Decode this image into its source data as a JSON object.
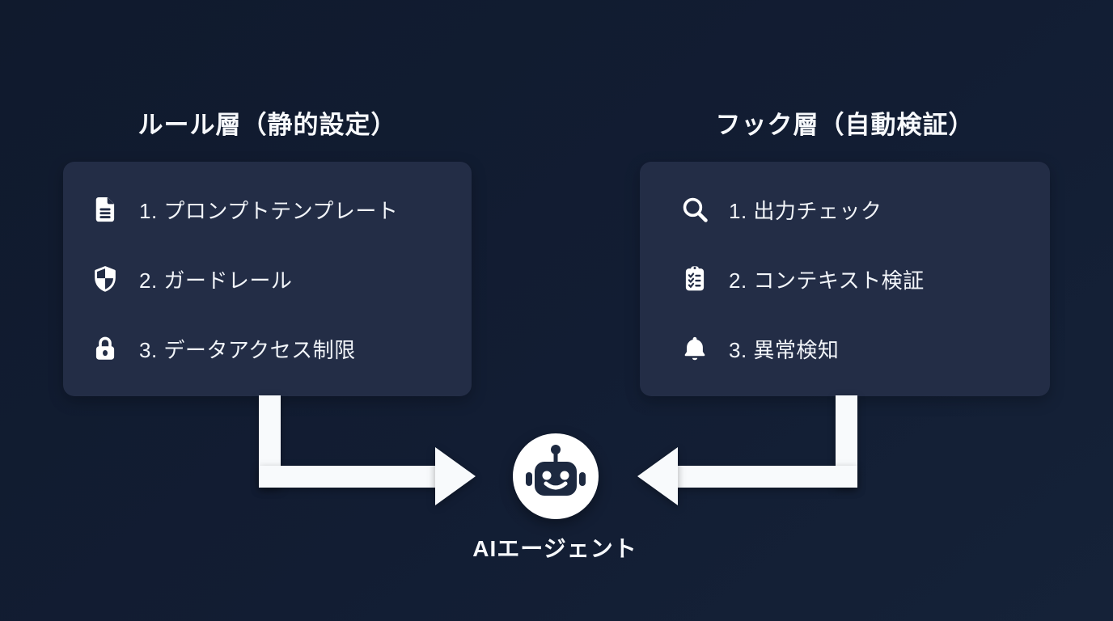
{
  "colors": {
    "background": "#111b2f",
    "panel": "#232d46",
    "text": "#f5f7fa",
    "arrow": "#f8fafc",
    "agent_circle": "#ffffff",
    "robot_head": "#1d2940"
  },
  "left_panel": {
    "title": "ルール層（静的設定）",
    "items": [
      {
        "icon": "document-icon",
        "label": "1. プロンプトテンプレート"
      },
      {
        "icon": "shield-icon",
        "label": "2. ガードレール"
      },
      {
        "icon": "lock-icon",
        "label": "3. データアクセス制限"
      }
    ]
  },
  "right_panel": {
    "title": "フック層（自動検証）",
    "items": [
      {
        "icon": "search-icon",
        "label": "1. 出力チェック"
      },
      {
        "icon": "checklist-icon",
        "label": "2. コンテキスト検証"
      },
      {
        "icon": "bell-icon",
        "label": "3. 異常検知"
      }
    ]
  },
  "agent": {
    "icon": "robot-icon",
    "label": "AIエージェント"
  }
}
